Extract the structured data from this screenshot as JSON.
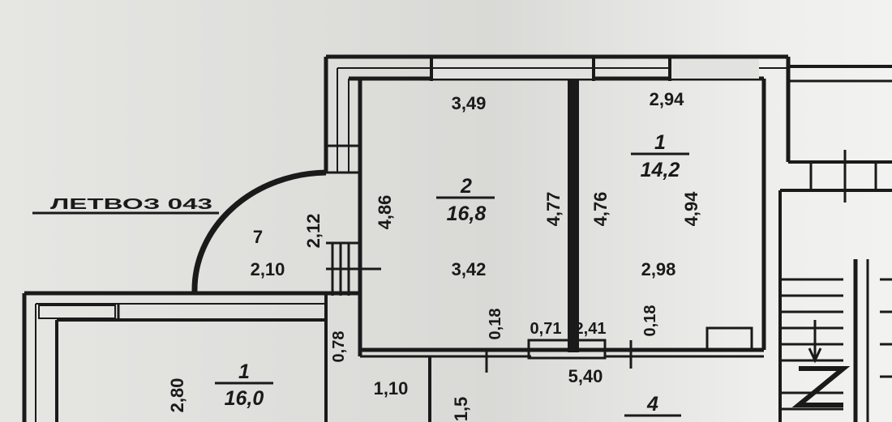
{
  "title_text": "ЛЕТВОЗ 043",
  "rooms": [
    {
      "number": "2",
      "area": "16,8"
    },
    {
      "number": "1",
      "area": "14,2"
    },
    {
      "number": "7"
    },
    {
      "number": "1",
      "area": "16,0"
    },
    {
      "number": "4"
    }
  ],
  "dims": {
    "top_left": "3,49",
    "top_right": "2,94",
    "r2_h_left": "4,86",
    "r2_h_right": "4,77",
    "r1_h_left": "4,76",
    "r1_h_right": "4,94",
    "balcony_h": "2,12",
    "balcony_w": "2,10",
    "r2_bottom": "3,42",
    "r1_bottom": "2,98",
    "d_078": "0,78",
    "d_018a": "0,18",
    "d_071": "0,71",
    "d_241": "2,41",
    "d_018b": "0,18",
    "d_110": "1,10",
    "d_540": "5,40",
    "d_280": "2,80",
    "d_15": "1,5"
  },
  "colors": {
    "ink": "#1a1a1a",
    "paper": "#dcdcd8"
  }
}
